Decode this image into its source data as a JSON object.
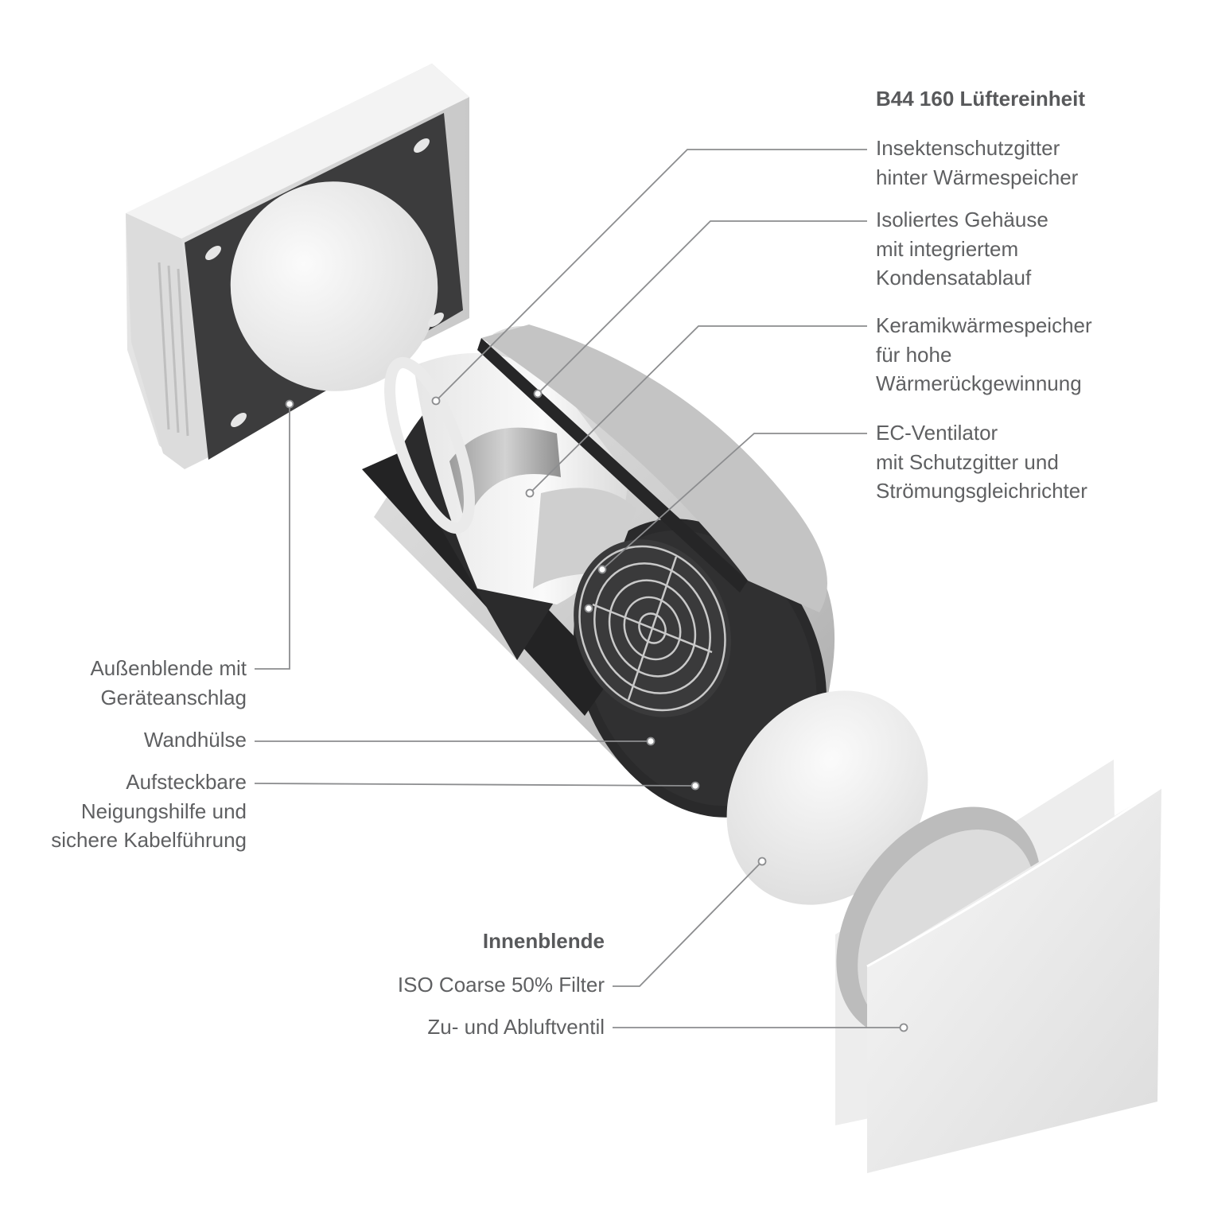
{
  "colors": {
    "text": "#5f6062",
    "leader_line": "#8c8d8f",
    "foam": "#3d3d3e",
    "plastic_white": "#ececec",
    "housing_black": "#242425",
    "metal": "#b5b5b5"
  },
  "product_group": {
    "title": "B44 160 Lüftereinheit",
    "labels": [
      {
        "id": "insect-screen",
        "lines": [
          "Insektenschutzgitter",
          "hinter Wärmespeicher"
        ]
      },
      {
        "id": "insulated-housing",
        "lines": [
          "Isoliertes Gehäuse",
          "mit integriertem",
          "Kondensatablauf"
        ]
      },
      {
        "id": "ceramic-storage",
        "lines": [
          "Keramikwärmespeicher",
          "für hohe",
          "Wärmerückgewinnung"
        ]
      },
      {
        "id": "ec-fan",
        "lines": [
          "EC-Ventilator",
          "mit Schutzgitter und",
          "Strömungsgleichrichter"
        ]
      }
    ]
  },
  "wall_group": {
    "labels": [
      {
        "id": "outer-cover",
        "lines": [
          "Außenblende mit",
          "Geräteanschlag"
        ]
      },
      {
        "id": "wall-sleeve",
        "lines": [
          "Wandhülse"
        ]
      },
      {
        "id": "tilt-aid",
        "lines": [
          "Aufsteckbare",
          "Neigungshilfe und",
          "sichere Kabelführung"
        ]
      }
    ]
  },
  "inner_group": {
    "title": "Innenblende",
    "labels": [
      {
        "id": "filter",
        "lines": [
          "ISO Coarse 50% Filter"
        ]
      },
      {
        "id": "valve",
        "lines": [
          "Zu- und Abluftventil"
        ]
      }
    ]
  }
}
